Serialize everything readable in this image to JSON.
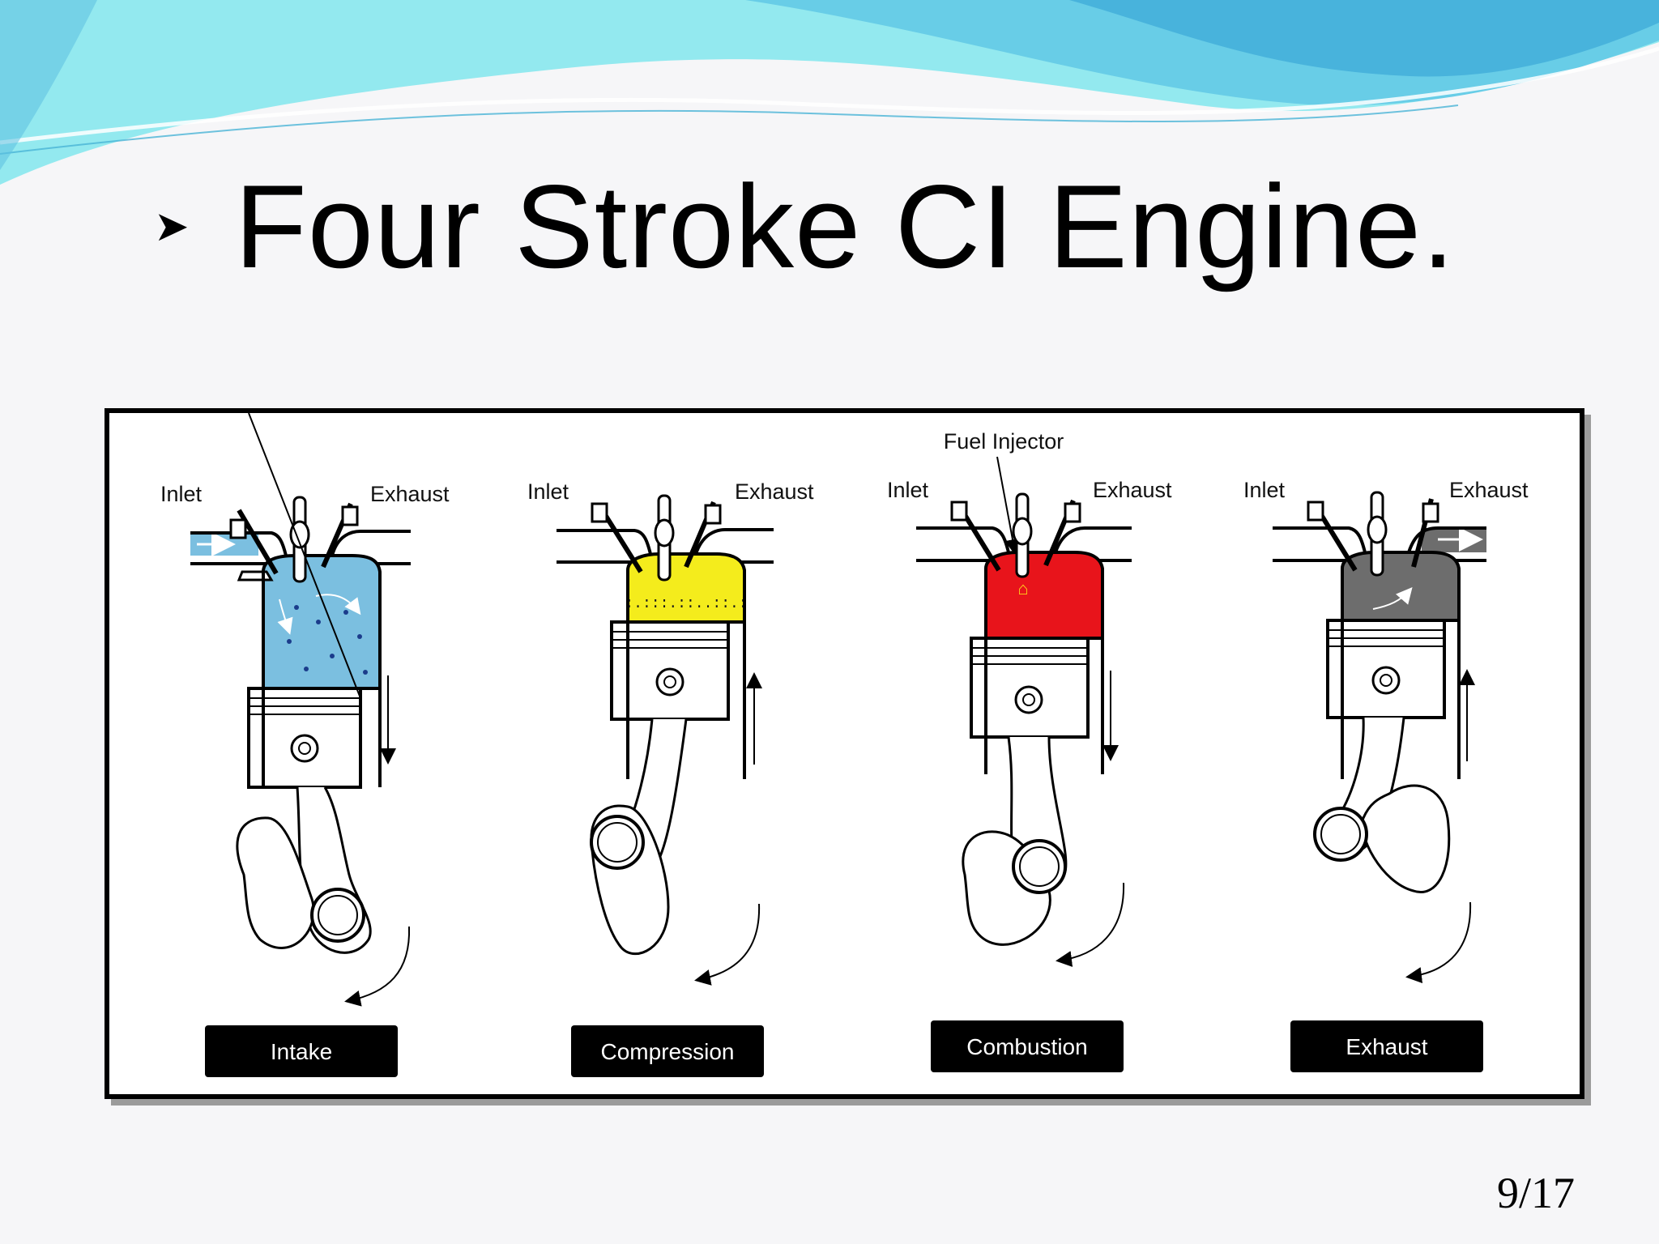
{
  "slide": {
    "title": "Four Stroke CI Engine.",
    "bullet_icon": "arrowhead-bullet-icon",
    "page_number": "9/17"
  },
  "diagram": {
    "fuel_injector_label": "Fuel Injector",
    "stages": [
      {
        "name": "Intake",
        "inlet_label": "Inlet",
        "exhaust_label": "Exhaust",
        "charge_color": "#7bbfe0",
        "piston_motion": "down"
      },
      {
        "name": "Compression",
        "inlet_label": "Inlet",
        "exhaust_label": "Exhaust",
        "charge_color": "#f4ec1c",
        "piston_motion": "up"
      },
      {
        "name": "Combustion",
        "inlet_label": "Inlet",
        "exhaust_label": "Exhaust",
        "charge_color": "#e8141b",
        "piston_motion": "down"
      },
      {
        "name": "Exhaust",
        "inlet_label": "Inlet",
        "exhaust_label": "Exhaust",
        "charge_color": "#6d6d6d",
        "piston_motion": "up"
      }
    ]
  },
  "colors": {
    "wave_light": "#8fe6ee",
    "wave_mid": "#5cc8e4",
    "wave_dark": "#3aa9d8"
  }
}
